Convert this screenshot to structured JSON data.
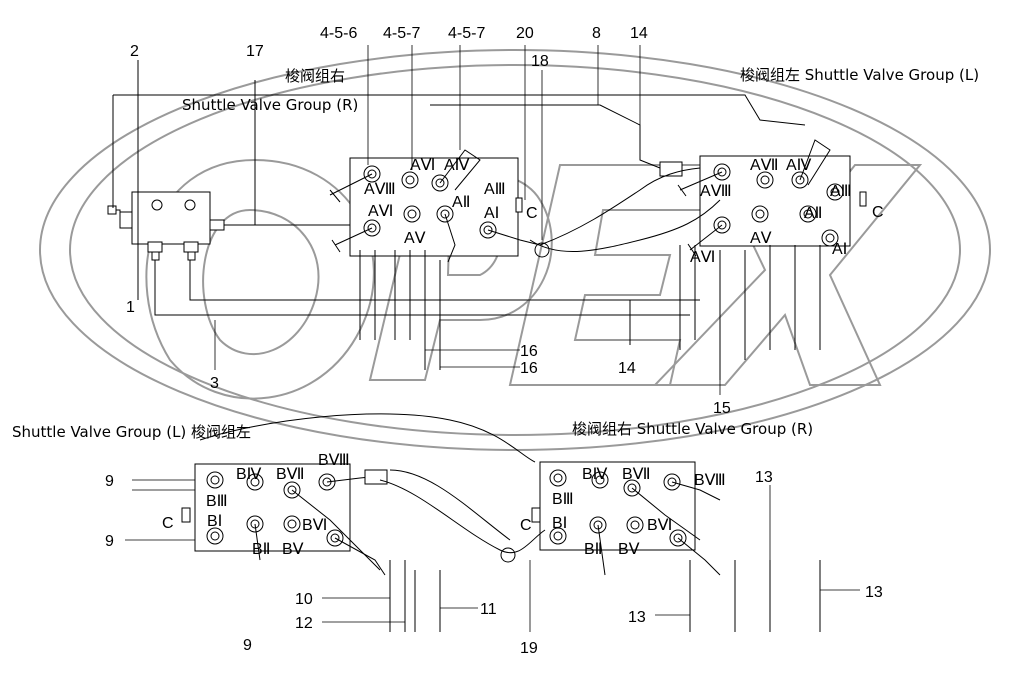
{
  "watermark": {
    "text": "OPEX"
  },
  "captions": {
    "valve_r_top_cn": "梭阀组右",
    "valve_r_top_en": "Shuttle Valve Group (R)",
    "valve_l_top": "梭阀组左 Shuttle Valve Group (L)",
    "valve_l_bottom": "Shuttle Valve Group (L) 梭阀组左",
    "valve_r_bottom": "梭阀组右 Shuttle Valve Group (R)"
  },
  "part_numbers": {
    "n2": "2",
    "n17": "17",
    "n456": "4-5-6",
    "n457a": "4-5-7",
    "n457b": "4-5-7",
    "n20": "20",
    "n18": "18",
    "n8": "8",
    "n14a": "14",
    "n1": "1",
    "n3": "3",
    "n16a": "16",
    "n16b": "16",
    "n14b": "14",
    "n15": "15",
    "n9a": "9",
    "n9b": "9",
    "n9c": "9",
    "n10": "10",
    "n12": "12",
    "n11": "11",
    "n19": "19",
    "n13a": "13",
    "n13b": "13",
    "n13c": "13"
  },
  "ports_top_r": {
    "avi": "AⅥ",
    "aiv": "AⅣ",
    "aviii": "AⅧ",
    "aiii": "AⅢ",
    "aii": "AⅡ",
    "ai": "AⅠ",
    "c": "C",
    "avi2": "AⅥ",
    "av": "AⅤ"
  },
  "ports_top_l": {
    "avii": "AⅦ",
    "aiv": "AⅣ",
    "aviii": "AⅧ",
    "aiii": "AⅢ",
    "c": "C",
    "aii": "AⅡ",
    "av": "AⅤ",
    "ai": "AⅠ",
    "avi": "AⅥ"
  },
  "ports_bot_l": {
    "biv": "BⅣ",
    "bvii": "BⅦ",
    "bviii": "BⅧ",
    "biii": "BⅢ",
    "c": "C",
    "bi": "BⅠ",
    "bvi": "BⅥ",
    "bii": "BⅡ",
    "bv": "BⅤ"
  },
  "ports_bot_r": {
    "biv": "BⅣ",
    "bvii": "BⅦ",
    "bviii": "BⅧ",
    "biii": "BⅢ",
    "c": "C",
    "bi": "BⅠ",
    "bvi": "BⅥ",
    "bii": "BⅡ",
    "bv": "BⅤ"
  }
}
